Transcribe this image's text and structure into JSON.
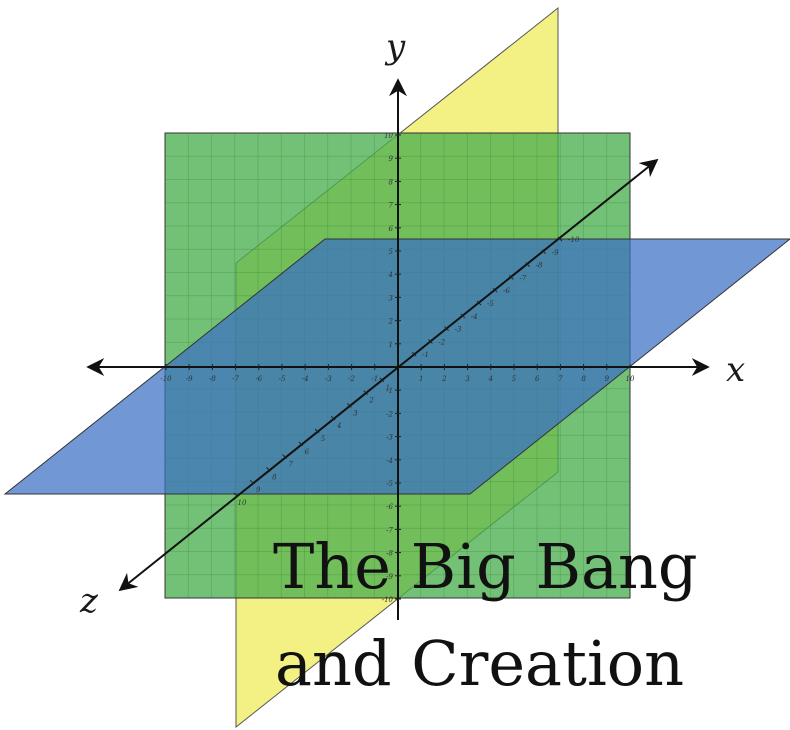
{
  "axes": {
    "x_label": "x",
    "y_label": "y",
    "z_label": "z"
  },
  "ticks": {
    "x_positive": [
      "1",
      "2",
      "3",
      "4",
      "5",
      "6",
      "7",
      "8",
      "9",
      "10"
    ],
    "x_negative": [
      "-10",
      "-9",
      "-8",
      "-7",
      "-6",
      "-5",
      "-4",
      "-3",
      "-2",
      "-1"
    ],
    "y_positive": [
      "1",
      "2",
      "3",
      "4",
      "5",
      "6",
      "7",
      "8",
      "9",
      "10"
    ],
    "y_negative": [
      "-1",
      "-2",
      "-3",
      "-4",
      "-5",
      "-6",
      "-7",
      "-8",
      "-9",
      "-10"
    ],
    "z_positive": [
      "1",
      "2",
      "3",
      "4",
      "5",
      "6",
      "7",
      "8",
      "9",
      "10"
    ],
    "z_negative": [
      "-1",
      "-2",
      "-3",
      "-4",
      "-5",
      "-6",
      "-7",
      "-8",
      "-9",
      "-10"
    ]
  },
  "title": {
    "line1": "The Big Bang",
    "line2": "and Creation"
  },
  "colors": {
    "xy_plane": "#4caf50",
    "xz_plane": "#3a6fc4",
    "yz_plane": "#f2ee6e",
    "axis": "#111111"
  }
}
